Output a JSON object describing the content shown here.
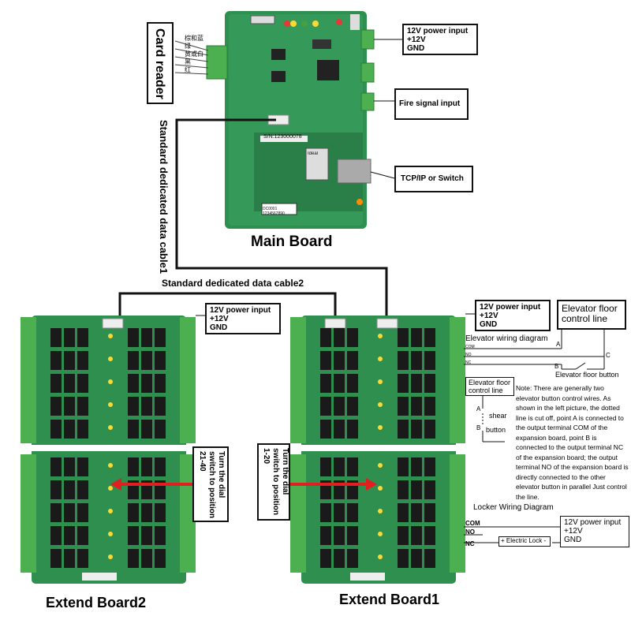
{
  "card_reader": {
    "title": "Card reader",
    "wire_labels": [
      "棕和蓝",
      "绿",
      "黄或白",
      "黑",
      "红"
    ]
  },
  "main_board": {
    "label": "Main Board",
    "serial_label": "S/N:123000078",
    "module_label": "Ideal",
    "barcode_text": "DC0001 1234567890"
  },
  "power_main": {
    "line1": "12V power input",
    "line2": "+12V",
    "line3": "GND"
  },
  "fire_signal": {
    "label": "Fire signal input"
  },
  "tcpip": {
    "label": "TCP/IP or Switch"
  },
  "cable1": {
    "label": "Standard dedicated data cable1"
  },
  "cable2": {
    "label": "Standard dedicated data cable2"
  },
  "power_extend2": {
    "line1": "12V power input",
    "line2": "+12V",
    "line3": "GND"
  },
  "power_extend1": {
    "line1": "12V power input",
    "line2": "+12V",
    "line3": "GND"
  },
  "elevator_floor_control": {
    "label": "Elevator floor control line"
  },
  "elevator_wiring": {
    "title": "Elevator wiring diagram",
    "terminal_com": "COM",
    "terminal_no": "NO",
    "terminal_nc": "NC",
    "point_a": "A",
    "point_b": "B",
    "point_c": "C",
    "floor_button": "Elevator floor button"
  },
  "elevator_small": {
    "label": "Elevator floor control line",
    "point_a": "A",
    "point_b": "B",
    "shear": "shear",
    "button": "button"
  },
  "note": {
    "text": "Note: There are generally two elevator button control wires. As shown in the left picture, the dotted line is cut off, point A is connected to the output terminal COM of the expansion board, point B is connected to the output terminal NC of the expansion board; the output terminal NO of the expansion board is directly connected to the other elevator button in parallel Just control the line."
  },
  "dial_board2": {
    "text": "Turn the dial switch to position 21-40"
  },
  "dial_board1": {
    "text": "Turn the dial switch to position 1-20"
  },
  "locker": {
    "title": "Locker Wiring Diagram",
    "com": "COM",
    "no": "NO",
    "nc": "NC",
    "lock_label": "+ Electric Lock -",
    "power_line1": "12V power input",
    "power_line2": "+12V",
    "power_line3": "GND"
  },
  "extend_board2": {
    "label": "Extend Board2"
  },
  "extend_board1": {
    "label": "Extend Board1"
  },
  "colors": {
    "pcb_green": "#2f8f4e",
    "pcb_dark": "#1f6b3a",
    "relay_black": "#1a1a1a",
    "terminal_green": "#4caf50",
    "arrow_red": "#e02020",
    "cable_black": "#111111"
  }
}
